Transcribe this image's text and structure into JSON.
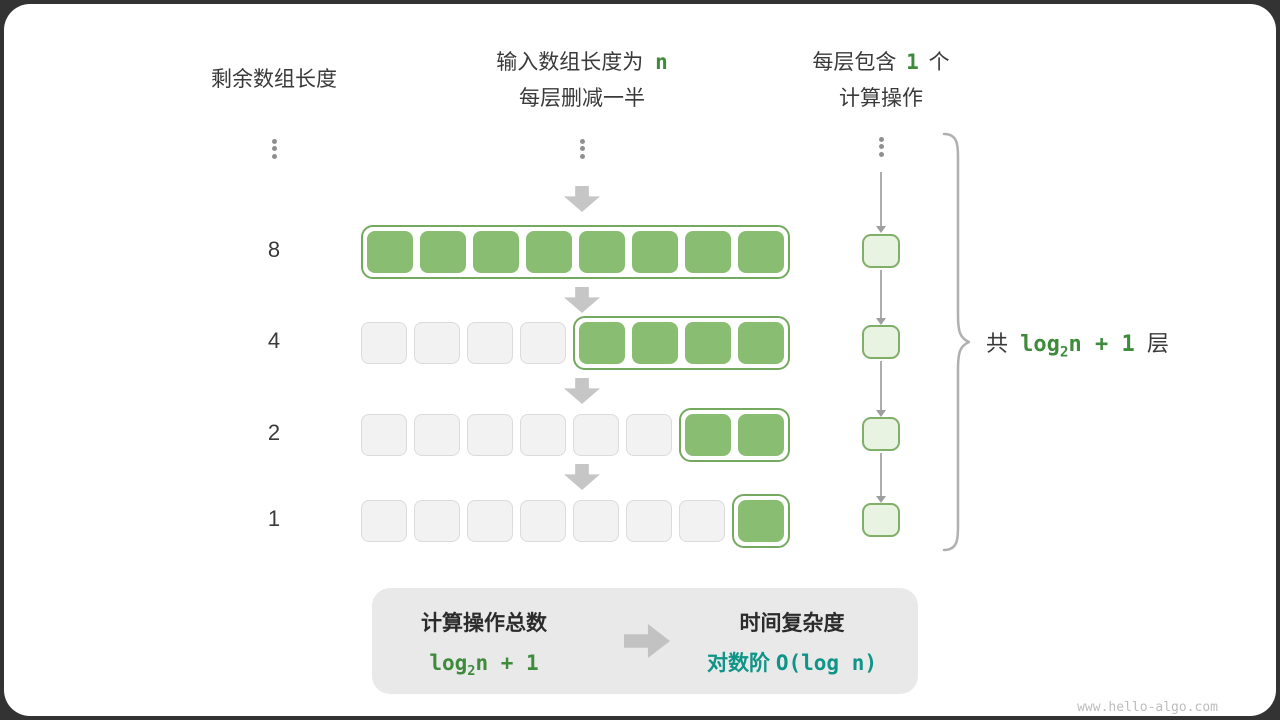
{
  "headers": {
    "left": "剩余数组长度",
    "mid_line1_prefix": "输入数组长度为",
    "mid_line1_var": "n",
    "mid_line2": "每层删减一半",
    "right_line1_prefix": "每层包含",
    "right_line1_num": "1",
    "right_line1_suffix": "个",
    "right_line2": "计算操作"
  },
  "rows": [
    {
      "label": "8",
      "gray": 0,
      "green": 8
    },
    {
      "label": "4",
      "gray": 4,
      "green": 4
    },
    {
      "label": "2",
      "gray": 6,
      "green": 2
    },
    {
      "label": "1",
      "gray": 7,
      "green": 1
    }
  ],
  "brace_label": {
    "prefix": "共",
    "formula_fn": "log",
    "formula_sub": "2",
    "formula_rest": "n + 1",
    "suffix": "层"
  },
  "summary": {
    "left_title": "计算操作总数",
    "left_formula_fn": "log",
    "left_formula_sub": "2",
    "left_formula_rest": "n + 1",
    "right_title": "时间复杂度",
    "right_value_cn": "对数阶",
    "right_value_formula": "O(log n)"
  },
  "watermark": "www.hello-algo.com",
  "colors": {
    "cell_green": "#89BD72",
    "container_border": "#74A95F",
    "cell_gray": "#F2F2F2",
    "accent_green_text": "#3F8B3C",
    "accent_teal_text": "#0F9488",
    "summary_bg": "#E9E9E9"
  }
}
